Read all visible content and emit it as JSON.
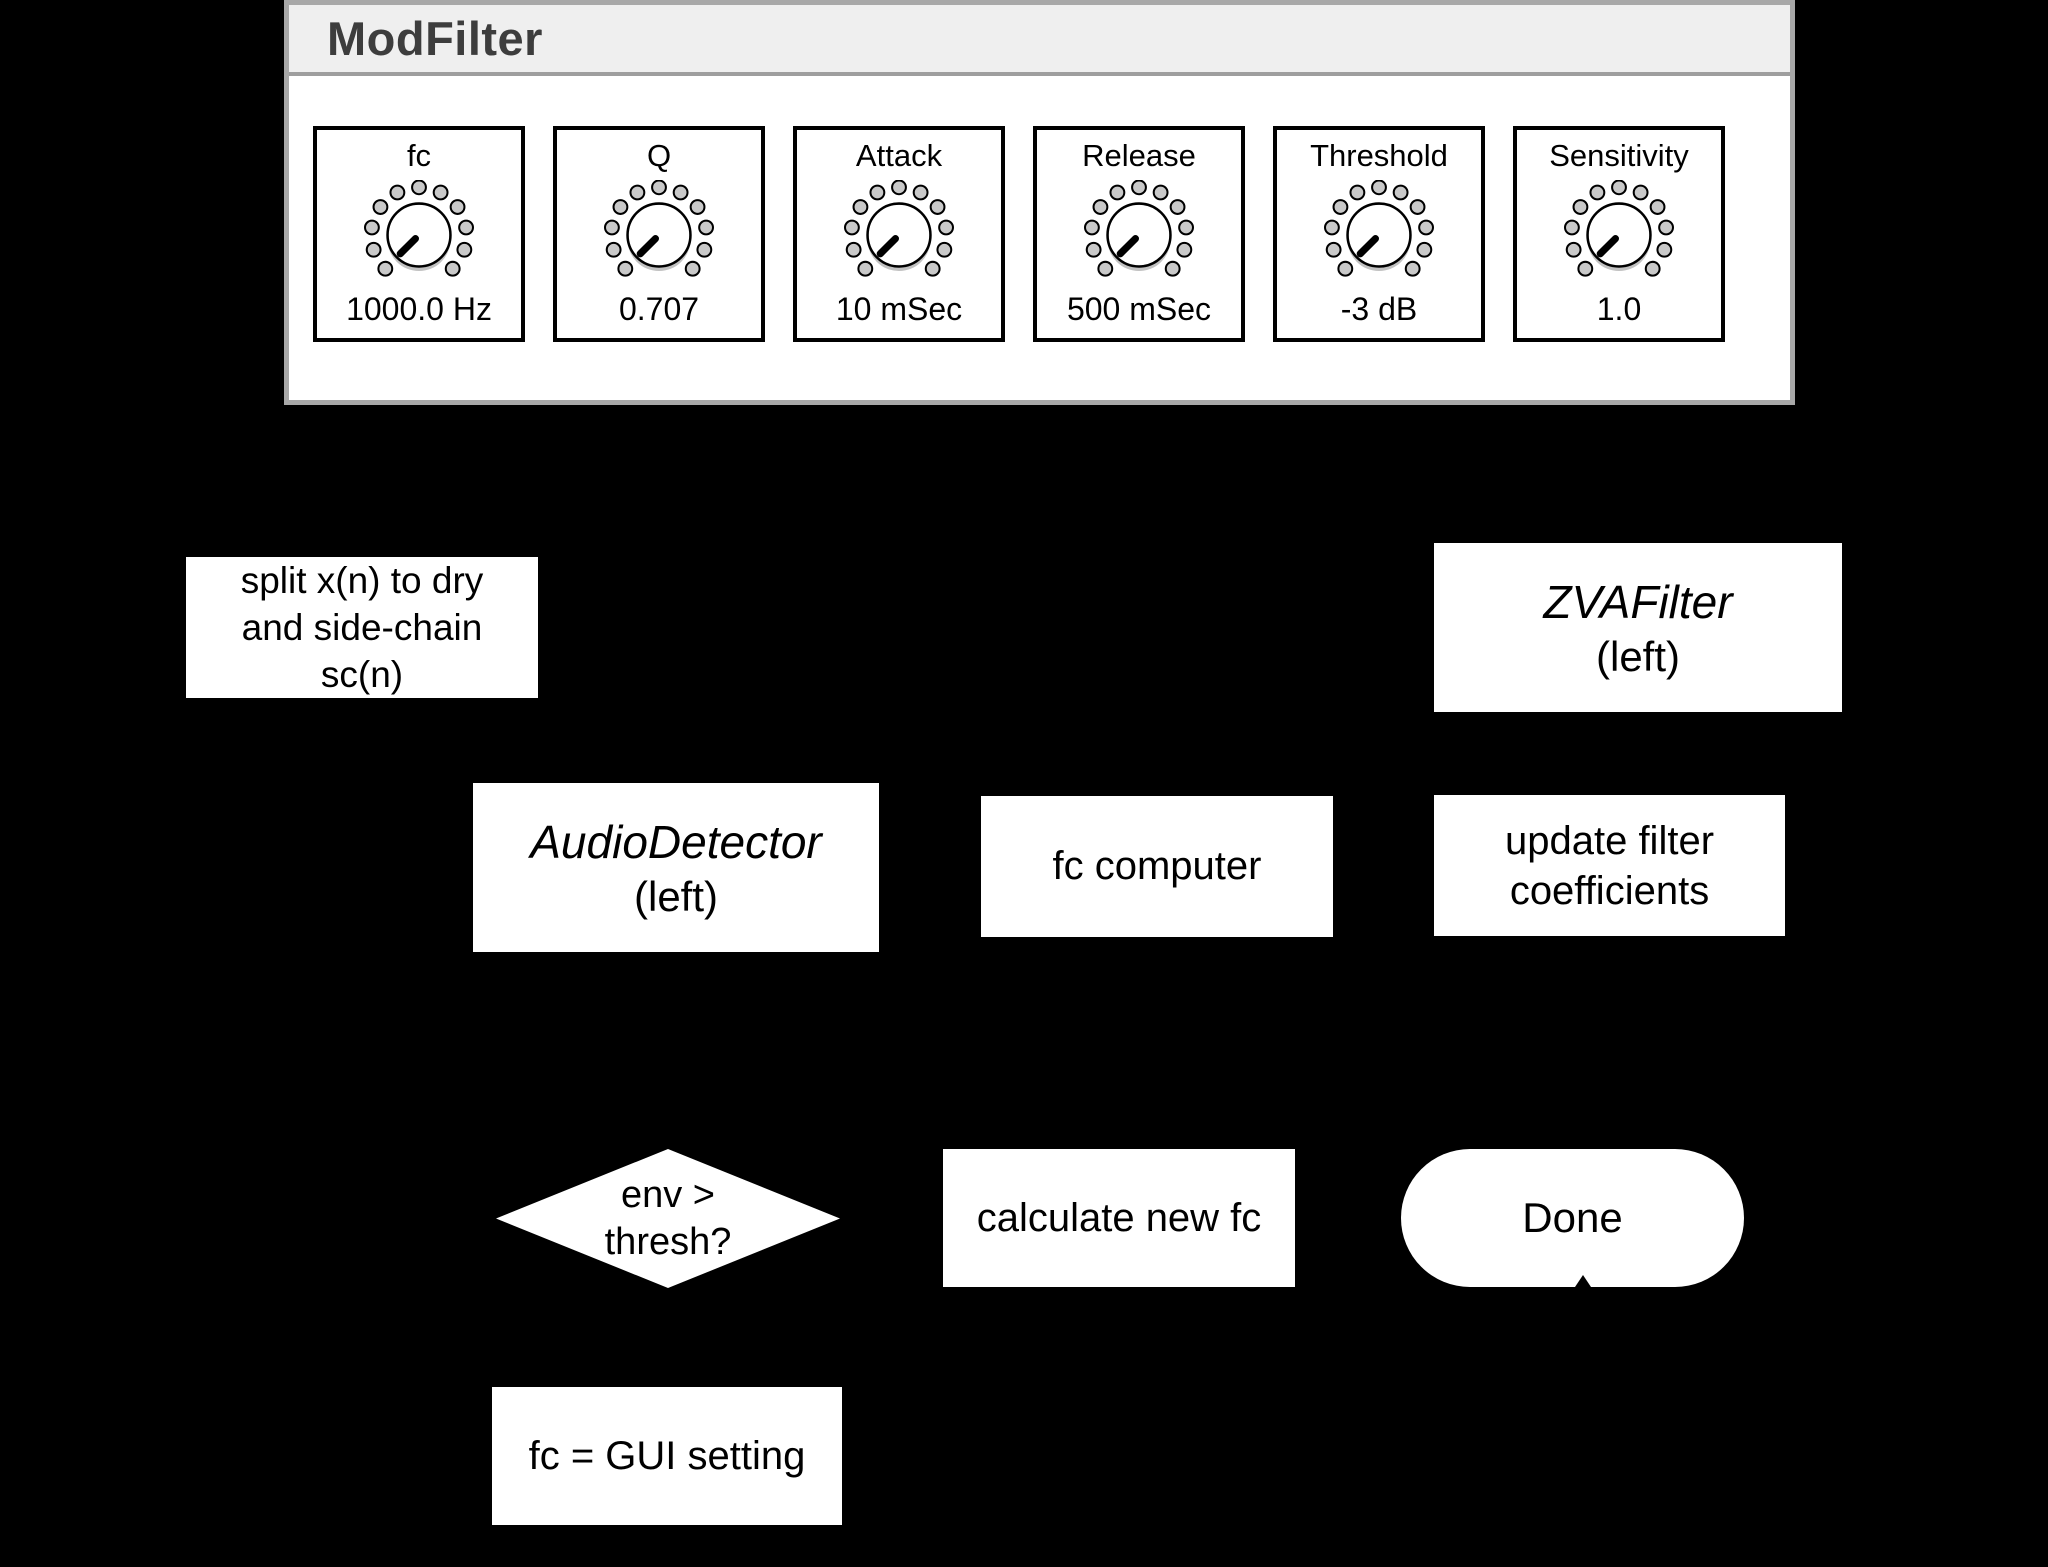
{
  "modfilter_panel": {
    "title": "ModFilter",
    "knobs": [
      {
        "label": "fc",
        "value": "1000.0 Hz"
      },
      {
        "label": "Q",
        "value": "0.707"
      },
      {
        "label": "Attack",
        "value": "10 mSec"
      },
      {
        "label": "Release",
        "value": "500 mSec"
      },
      {
        "label": "Threshold",
        "value": "-3 dB"
      },
      {
        "label": "Sensitivity",
        "value": "1.0"
      }
    ]
  },
  "flowchart": {
    "split": {
      "line1": "split x(n) to dry",
      "line2": "and side-chain",
      "line3": "sc(n)"
    },
    "zvafilter": {
      "name": "ZVAFilter",
      "sub": "(left)"
    },
    "audiodetector": {
      "name": "AudioDetector",
      "sub": "(left)"
    },
    "fc_computer": {
      "label": "fc computer"
    },
    "update_coefficients": {
      "line1": "update filter",
      "line2": "coefficients"
    },
    "decision": {
      "line1": "env >",
      "line2": "thresh?"
    },
    "calculate": {
      "label": "calculate new fc"
    },
    "done": {
      "label": "Done"
    },
    "fc_gui": {
      "label": "fc = GUI setting"
    }
  },
  "colors": {
    "background": "#000000",
    "panel_border": "#a8a8a8",
    "titlebar_bg": "#efefef",
    "title_text": "#3d3d3d",
    "knob_dot_fill": "#c9c9c9",
    "node_bg": "#ffffff",
    "node_text": "#000000"
  }
}
